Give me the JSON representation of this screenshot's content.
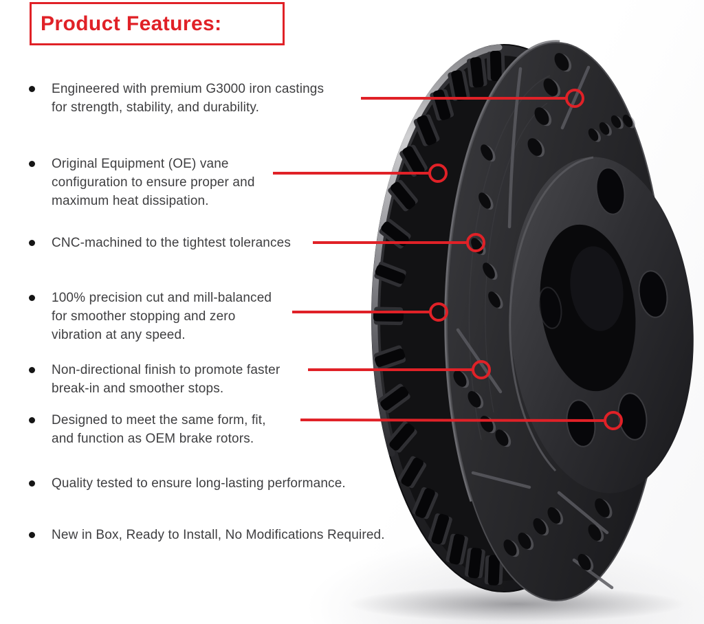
{
  "title": "Product Features:",
  "accent_color": "#e02127",
  "features": [
    {
      "lines": [
        "Engineered with premium G3000 iron castings",
        "for strength, stability, and durability."
      ]
    },
    {
      "lines": [
        "Original Equipment (OE) vane",
        "configuration to ensure proper and",
        "maximum heat dissipation."
      ]
    },
    {
      "lines": [
        "CNC-machined to the tightest tolerances"
      ]
    },
    {
      "lines": [
        "100% precision cut and mill-balanced",
        "for smoother stopping and zero",
        "vibration at any speed."
      ]
    },
    {
      "lines": [
        "Non-directional finish to promote faster",
        "break-in and smoother stops."
      ]
    },
    {
      "lines": [
        "Designed to meet the same form, fit,",
        "and function as OEM brake rotors."
      ]
    },
    {
      "lines": [
        "Quality tested to ensure long-lasting performance."
      ]
    },
    {
      "lines": [
        "New in Box, Ready to Install, No Modifications Required."
      ]
    }
  ]
}
